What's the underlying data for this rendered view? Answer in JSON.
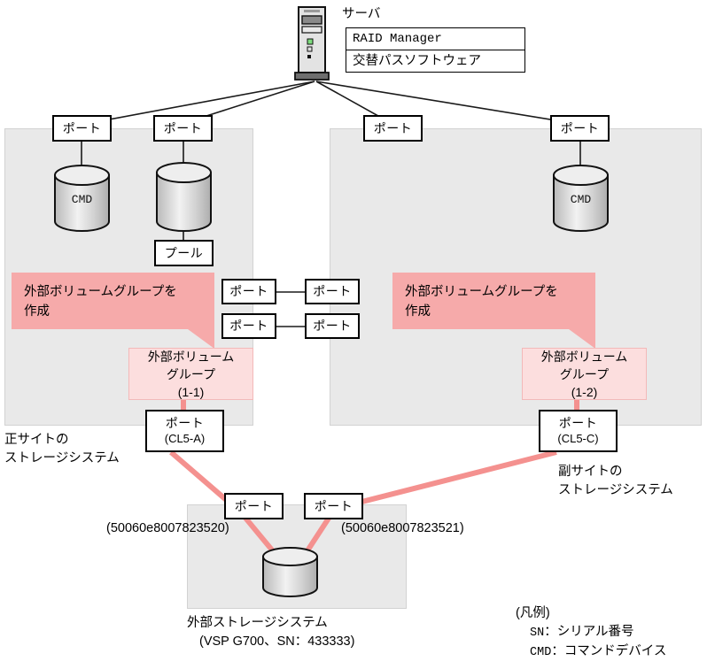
{
  "diagram": {
    "server": {
      "label": "サーバ",
      "software": [
        "RAID Manager",
        "交替パスソフトウェア"
      ]
    },
    "primary_site": {
      "caption_line1": "正サイトの",
      "caption_line2": "ストレージシステム",
      "ports": [
        "ポート",
        "ポート"
      ],
      "cmd_label": "CMD",
      "pool_label": "プール",
      "callout_line1": "外部ボリュームグループを",
      "callout_line2": "作成",
      "volume_group_line1": "外部ボリューム",
      "volume_group_line2": "グループ",
      "volume_group_line3": "(1-1)",
      "external_port_line1": "ポート",
      "external_port_line2": "(CL5-A)"
    },
    "secondary_site": {
      "caption_line1": "副サイトの",
      "caption_line2": "ストレージシステム",
      "ports": [
        "ポート",
        "ポート"
      ],
      "cmd_label": "CMD",
      "callout_line1": "外部ボリュームグループを",
      "callout_line2": "作成",
      "volume_group_line1": "外部ボリューム",
      "volume_group_line2": "グループ",
      "volume_group_line3": "(1-2)",
      "external_port_line1": "ポート",
      "external_port_line2": "(CL5-C)"
    },
    "middle_links": [
      {
        "left": "ポート",
        "right": "ポート"
      },
      {
        "left": "ポート",
        "right": "ポート"
      }
    ],
    "external_storage": {
      "port_left": "ポート",
      "port_right": "ポート",
      "wwn_left": "(50060e8007823520)",
      "wwn_right": "(50060e8007823521)",
      "caption_line1": "外部ストレージシステム",
      "caption_line2": "(VSP G700、SN：433333)"
    },
    "legend": {
      "title": "(凡例)",
      "items": [
        {
          "term": "SN",
          "sep": "：",
          "desc": "シリアル番号"
        },
        {
          "term": "CMD",
          "sep": "：",
          "desc": "コマンドデバイス"
        }
      ]
    },
    "colors": {
      "panel_bg": "#e9e9e9",
      "callout_pink": "#f6aaaa",
      "group_pink": "#fcdede",
      "link_pink": "#f4918f",
      "line_black": "#1a1a1a"
    }
  }
}
